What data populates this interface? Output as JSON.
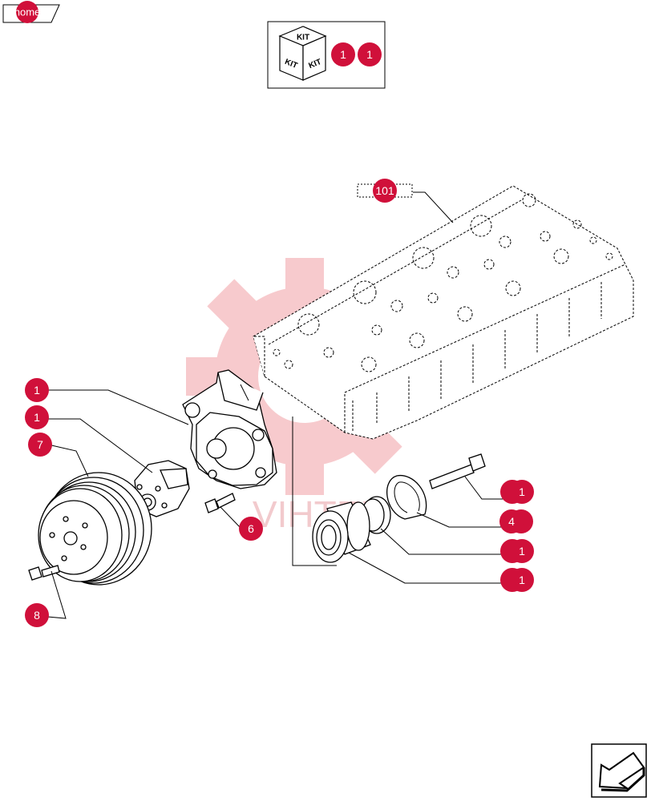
{
  "home_button": {
    "label": "home"
  },
  "kit_box": {
    "cube_labels": [
      "KIT",
      "KIT",
      "KIT"
    ],
    "refs": [
      "1",
      "1"
    ]
  },
  "watermark": {
    "text": "VIHTEX"
  },
  "colors": {
    "callout": "#d0103a",
    "watermark_gear": "#f2a7ad",
    "line": "#000000"
  },
  "reference": {
    "label": "101"
  },
  "callouts": [
    {
      "id": "c1a",
      "label": "1"
    },
    {
      "id": "c1b",
      "label": "1"
    },
    {
      "id": "c7",
      "label": "7"
    },
    {
      "id": "c8",
      "label": "8"
    },
    {
      "id": "c6",
      "label": "6"
    },
    {
      "id": "c1c",
      "label": "1"
    },
    {
      "id": "c4",
      "label": "4"
    },
    {
      "id": "c1d",
      "label": "1"
    },
    {
      "id": "c1e",
      "label": "1"
    }
  ],
  "nav_icon": "next-page-arrow-icon"
}
